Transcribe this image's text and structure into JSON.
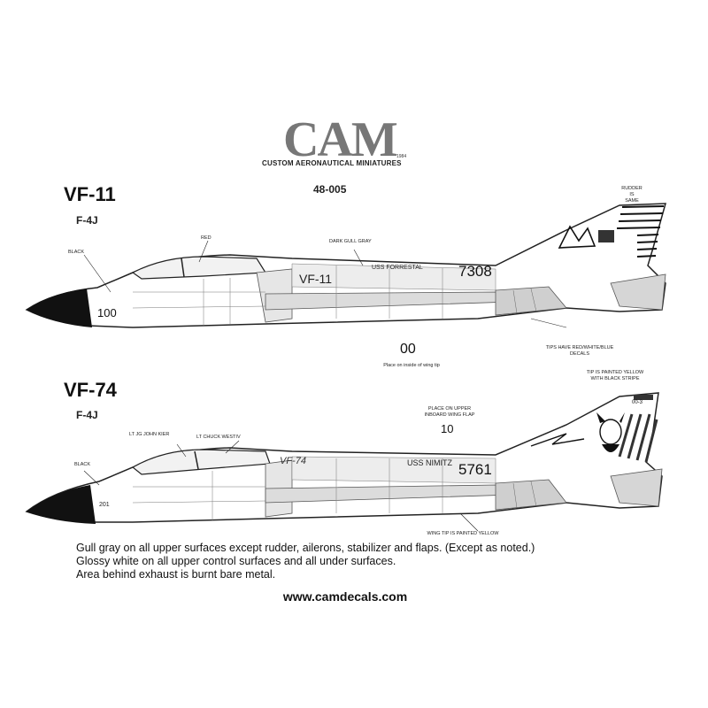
{
  "brand": {
    "logo": "CAM",
    "full_name": "CUSTOM AERONAUTICAL MINIATURES",
    "year": "1984"
  },
  "catalog_number": "48-005",
  "top_aircraft": {
    "squadron": "VF-11",
    "type": "F-4J",
    "callouts": {
      "black": "BLACK",
      "red": "RED",
      "dark_gull_gray": "DARK GULL GRAY",
      "rudder": "RUDDER\nIS\nSAME",
      "tips": "TIPS HAVE RED/WHITE/BLUE\nDECALS"
    },
    "markings": {
      "nose_number": "100",
      "squadron_mark": "VF-11",
      "ship": "USS FORRESTAL",
      "serial": "7308",
      "wing_tip_number": "00",
      "wing_tip_note": "Place on inside of wing tip"
    }
  },
  "bottom_aircraft": {
    "squadron": "VF-74",
    "type": "F-4J",
    "callouts": {
      "black": "BLACK",
      "pilot": "LT JG JOHN KIER",
      "rio": "LT CHUCK WESTIV",
      "tip_painted_yellow": "TIP IS PAINTED YELLOW\nWITH BLACK STRIPE",
      "wing_tip_yellow": "WING TIP IS PAINTED YELLOW"
    },
    "markings": {
      "squadron_mark": "VF-74",
      "ship": "USS NIMITZ",
      "serial": "5761",
      "nose_number": "201",
      "wing_flap_number": "10",
      "wing_flap_note": "PLACE ON UPPER\nINBOARD WING FLAP",
      "tail_code": "00-3"
    }
  },
  "footer_notes": [
    "Gull gray on all upper surfaces except rudder, ailerons, stabilizer and flaps. (Except as noted.)",
    "Glossy white on all upper control surfaces and all under surfaces.",
    "Area behind exhaust is burnt bare metal."
  ],
  "website": "www.camdecals.com",
  "colors": {
    "ink": "#111111",
    "gull_gray": "#e6e6e6",
    "panel_line": "#555555",
    "logo_gray": "#777777"
  }
}
